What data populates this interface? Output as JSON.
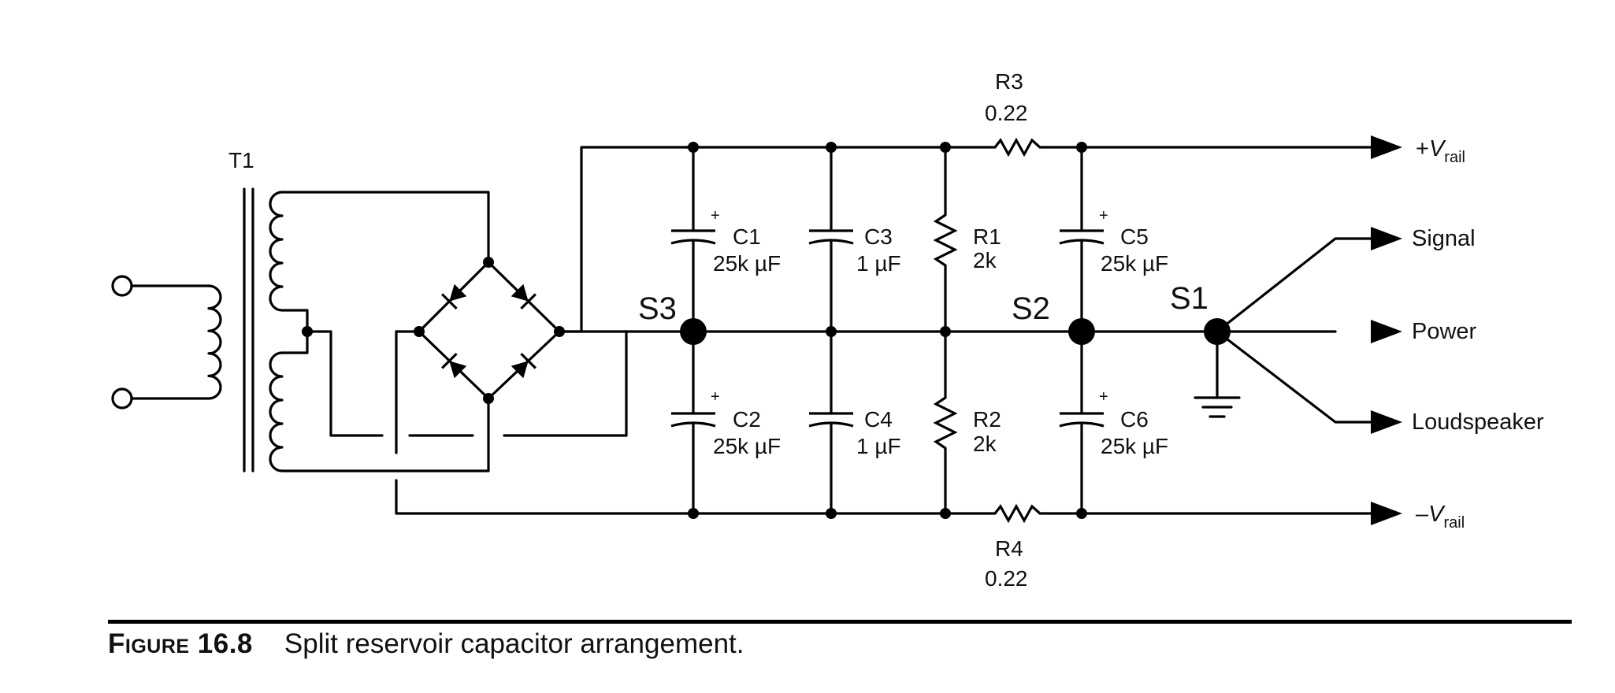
{
  "labels": {
    "transformer": "T1",
    "c1_name": "C1",
    "c1_value": "25k µF",
    "c2_name": "C2",
    "c2_value": "25k µF",
    "c3_name": "C3",
    "c3_value": "1 µF",
    "c4_name": "C4",
    "c4_value": "1 µF",
    "r1_name": "R1",
    "r1_value": "2k",
    "r2_name": "R2",
    "r2_value": "2k",
    "r3_name": "R3",
    "r3_value": "0.22",
    "r4_name": "R4",
    "r4_value": "0.22",
    "c5_name": "C5",
    "c5_value": "25k µF",
    "c6_name": "C6",
    "c6_value": "25k µF",
    "plus_sign": "+",
    "s1": "S1",
    "s2": "S2",
    "s3": "S3"
  },
  "outputs": {
    "vrail_pos_sign": "+",
    "vrail_neg_sign": "–",
    "v": "V",
    "rail": "rail",
    "signal": "Signal",
    "power": "Power",
    "loudspeaker": "Loudspeaker"
  },
  "caption": {
    "label": "Figure 16.8",
    "text": "Split reservoir capacitor arrangement."
  }
}
